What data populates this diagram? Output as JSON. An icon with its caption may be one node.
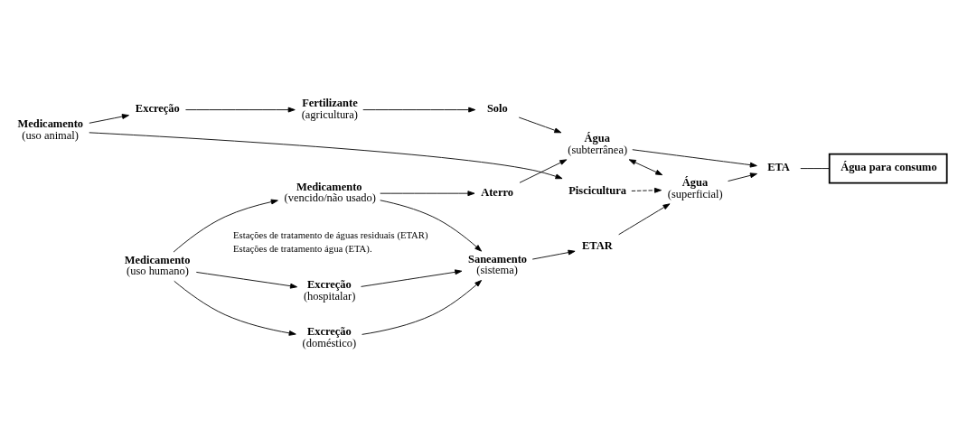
{
  "diagram": {
    "nodes": [
      {
        "text": [
          "Medicamento",
          "(uso animal)"
        ]
      },
      {
        "text": [
          "Excreção"
        ]
      },
      {
        "text": [
          "Fertilizante",
          "(agricultura)"
        ]
      },
      {
        "text": [
          "Solo"
        ]
      },
      {
        "text": [
          "Piscicultura"
        ]
      },
      {
        "text": [
          "Medicamento",
          "(uso humano)"
        ]
      },
      {
        "text": [
          "Medicamento",
          "(vencido/não usado)"
        ]
      },
      {
        "text": [
          "Aterro"
        ]
      },
      {
        "text": [
          "Água",
          "(subterrânea)"
        ]
      },
      {
        "text": [
          "Excreção",
          "(doméstico)"
        ]
      },
      {
        "text": [
          "Saneamento",
          "(sistema)"
        ]
      },
      {
        "text": [
          "ETAR"
        ]
      },
      {
        "text": [
          "Água",
          "(superficial)"
        ]
      },
      {
        "text": [
          "ETA"
        ]
      },
      {
        "text": [
          "Excreção",
          "(hospitalar)"
        ]
      },
      {
        "text": [
          "Água para consumo"
        ]
      }
    ],
    "edges": [
      {
        "from": 0,
        "to": 1,
        "arrow": "to"
      },
      {
        "from": 1,
        "to": 2,
        "arrow": "to"
      },
      {
        "from": 2,
        "to": 3,
        "arrow": "to"
      },
      {
        "from": 0,
        "to": 4,
        "arrow": "to"
      },
      {
        "from": 3,
        "to": 8,
        "arrow": "to"
      },
      {
        "from": 4,
        "to": 12,
        "arrow": "to",
        "style": "dashed"
      },
      {
        "from": 5,
        "to": 6,
        "arrow": "to"
      },
      {
        "from": 5,
        "to": 9,
        "arrow": "to"
      },
      {
        "from": 5,
        "to": 14,
        "arrow": "to"
      },
      {
        "from": 6,
        "to": 7,
        "arrow": "to"
      },
      {
        "from": 7,
        "to": 8,
        "arrow": "to"
      },
      {
        "from": 6,
        "to": 10,
        "arrow": "to"
      },
      {
        "from": 8,
        "to": 13,
        "arrow": "to"
      },
      {
        "from": 8,
        "to": 12,
        "arrow": "both"
      },
      {
        "from": 9,
        "to": 10,
        "arrow": "to"
      },
      {
        "from": 10,
        "to": 11,
        "arrow": "to"
      },
      {
        "from": 11,
        "to": 12,
        "arrow": "to"
      },
      {
        "from": 12,
        "to": 13,
        "arrow": "to"
      },
      {
        "from": 14,
        "to": 10,
        "arrow": "to"
      },
      {
        "from": 13,
        "to": 15,
        "arrow": "none"
      }
    ],
    "labels": [
      "Estações de tratamento de águas residuais (ETAR)",
      "Estações de tratamento água (ETA)."
    ]
  }
}
